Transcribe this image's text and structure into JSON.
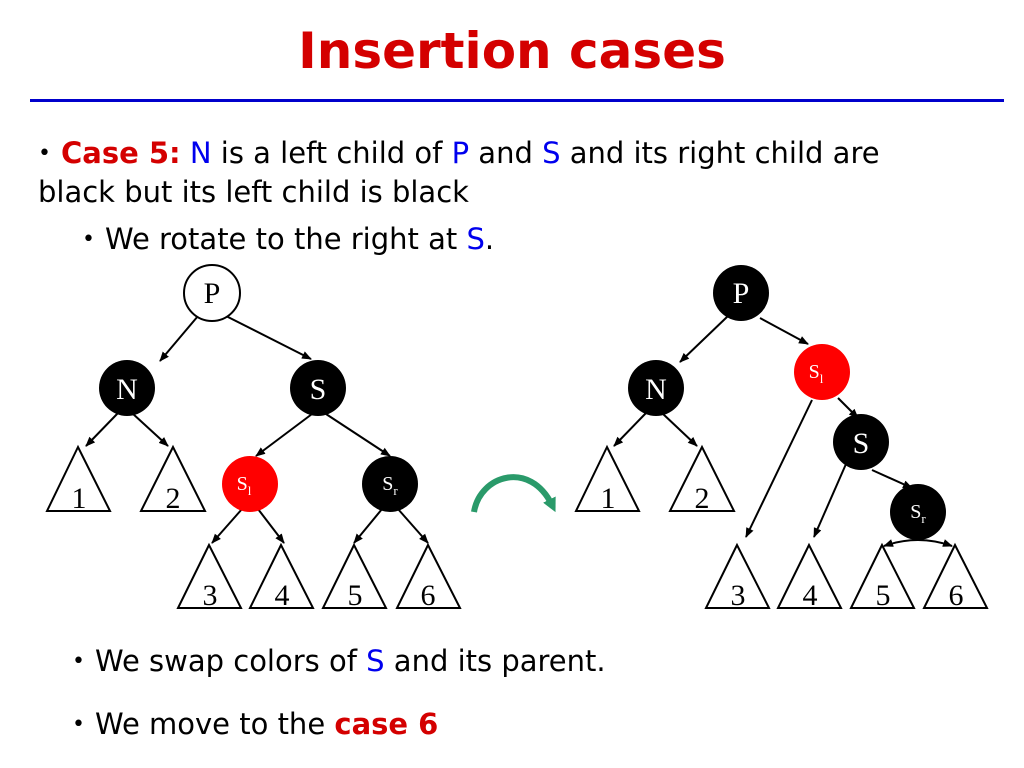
{
  "title": "Insertion cases",
  "bullets": {
    "case5_label": "Case 5:",
    "case5_n": "N",
    "case5_text1": " is a left child of ",
    "case5_p": "P",
    "case5_text2": " and ",
    "case5_s": "S",
    "case5_text3": " and its right child are",
    "case5_line2": "black but its left child is black",
    "rotate_text": "We rotate to the right at ",
    "rotate_s": "S",
    "rotate_end": ".",
    "swap_text1": "We swap colors of ",
    "swap_s": "S",
    "swap_text2": " and its parent.",
    "move_text": "We move to the ",
    "move_case": "case 6"
  },
  "bullet_glyph": "•",
  "left_tree": {
    "nodes": [
      {
        "label": "P",
        "color": "white"
      },
      {
        "label": "N",
        "color": "black"
      },
      {
        "label": "S",
        "color": "black"
      },
      {
        "label": "S",
        "sub": "l",
        "color": "red"
      },
      {
        "label": "S",
        "sub": "r",
        "color": "black"
      }
    ],
    "subtrees": [
      "1",
      "2",
      "3",
      "4",
      "5",
      "6"
    ]
  },
  "right_tree": {
    "nodes": [
      {
        "label": "P",
        "color": "black"
      },
      {
        "label": "N",
        "color": "black"
      },
      {
        "label": "S",
        "sub": "l",
        "color": "red"
      },
      {
        "label": "S",
        "color": "black"
      },
      {
        "label": "S",
        "sub": "r",
        "color": "black"
      }
    ],
    "subtrees": [
      "1",
      "2",
      "3",
      "4",
      "5",
      "6"
    ]
  },
  "colors": {
    "red": "#ff0000",
    "black": "#000000",
    "white": "#ffffff",
    "arrow": "#2a9a6a",
    "title": "#d40000",
    "rule": "#0000cc",
    "blue": "#0000ee"
  }
}
